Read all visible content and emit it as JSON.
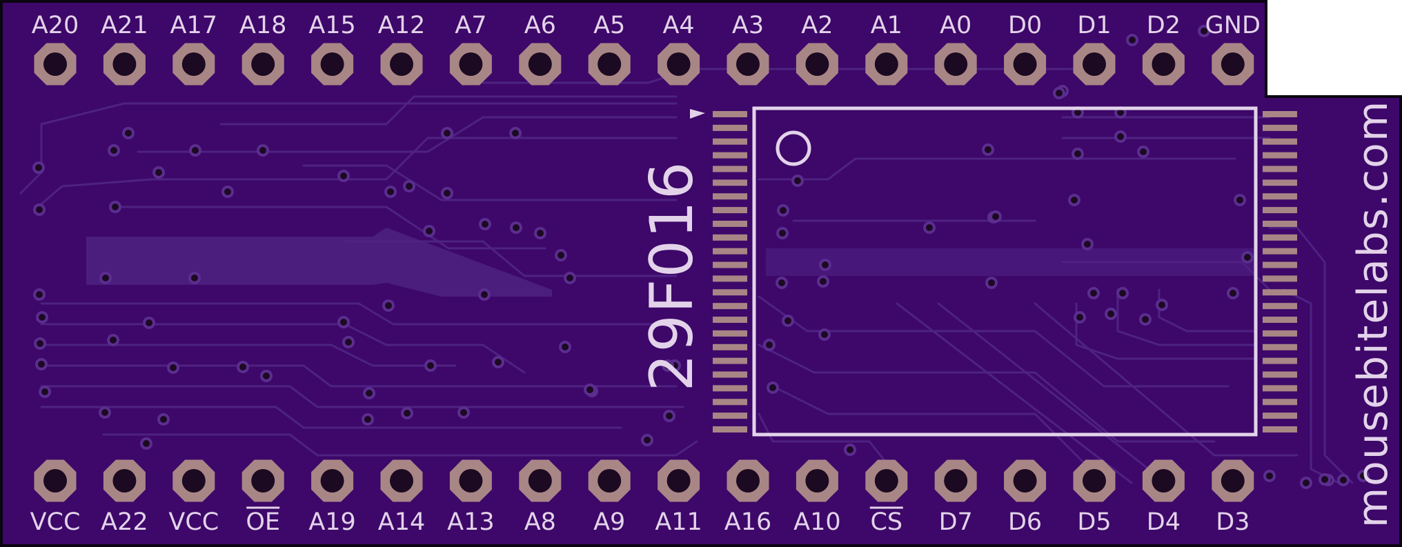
{
  "board": {
    "chip_label": "29F016",
    "website": "mousebitelabs.com",
    "colors": {
      "board": "#3d0869",
      "trace": "#4e2283",
      "silkscreen": "#e3d3ea",
      "pad": "#a98686",
      "drill": "#1b0a21",
      "outline": "#0b0411"
    }
  },
  "top_pins": [
    "A20",
    "A21",
    "A17",
    "A18",
    "A15",
    "A12",
    "A7",
    "A6",
    "A5",
    "A4",
    "A3",
    "A2",
    "A1",
    "A0",
    "D0",
    "D1",
    "D2",
    "GND"
  ],
  "bottom_pins": [
    "VCC",
    "A22",
    "VCC",
    "OE",
    "A19",
    "A14",
    "A13",
    "A8",
    "A9",
    "A11",
    "A16",
    "A10",
    "CS",
    "D7",
    "D6",
    "D5",
    "D4",
    "D3"
  ]
}
